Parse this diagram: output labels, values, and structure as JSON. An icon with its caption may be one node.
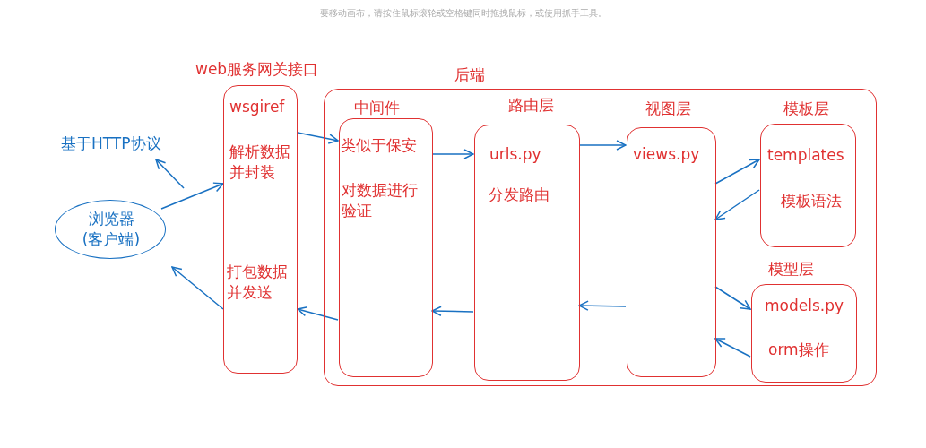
{
  "diagram": {
    "nodes": [
      {
        "text": [
          "浏览器(客户端)"
        ]
      },
      {
        "text": [
          "web服务网关接口",
          "wsgiref",
          "解析数据并封装",
          "打包数据并发送"
        ]
      },
      {
        "text": [
          "后端"
        ]
      },
      {
        "text": [
          "中间件",
          "类似于保安",
          "对数据进行验证"
        ],
        "in": 2
      },
      {
        "text": [
          "路由层",
          "urls.py",
          "分发路由"
        ],
        "in": 2
      },
      {
        "text": [
          "视图层",
          "views.py"
        ],
        "in": 2
      },
      {
        "text": [
          "模板层",
          "templates",
          "模板语法"
        ],
        "in": 2
      },
      {
        "text": [
          "模型层",
          "models.py",
          "orm操作"
        ],
        "in": 2
      },
      {
        "text": [
          "基于HTTP协议"
        ]
      }
    ],
    "edges": [
      {
        "from": 0,
        "to": 1,
        "arrow": "to"
      },
      {
        "from": null,
        "to": 8,
        "arrow": "to"
      },
      {
        "from": 1,
        "to": 3,
        "arrow": "to"
      },
      {
        "from": 3,
        "to": 4,
        "arrow": "to"
      },
      {
        "from": 4,
        "to": 5,
        "arrow": "to"
      },
      {
        "from": 5,
        "to": 6,
        "arrow": "to"
      },
      {
        "from": 6,
        "to": 5,
        "arrow": "to"
      },
      {
        "from": 5,
        "to": 7,
        "arrow": "to"
      },
      {
        "from": 7,
        "to": 5,
        "arrow": "to"
      },
      {
        "from": 5,
        "to": 4,
        "arrow": "to"
      },
      {
        "from": 4,
        "to": 3,
        "arrow": "to"
      },
      {
        "from": 3,
        "to": 1,
        "arrow": "to"
      },
      {
        "from": 1,
        "to": 0,
        "arrow": "to"
      }
    ],
    "labels": [
      "要移动画布，请按住鼠标滚轮或空格键同时拖拽鼠标，或使用抓手工具。"
    ]
  }
}
